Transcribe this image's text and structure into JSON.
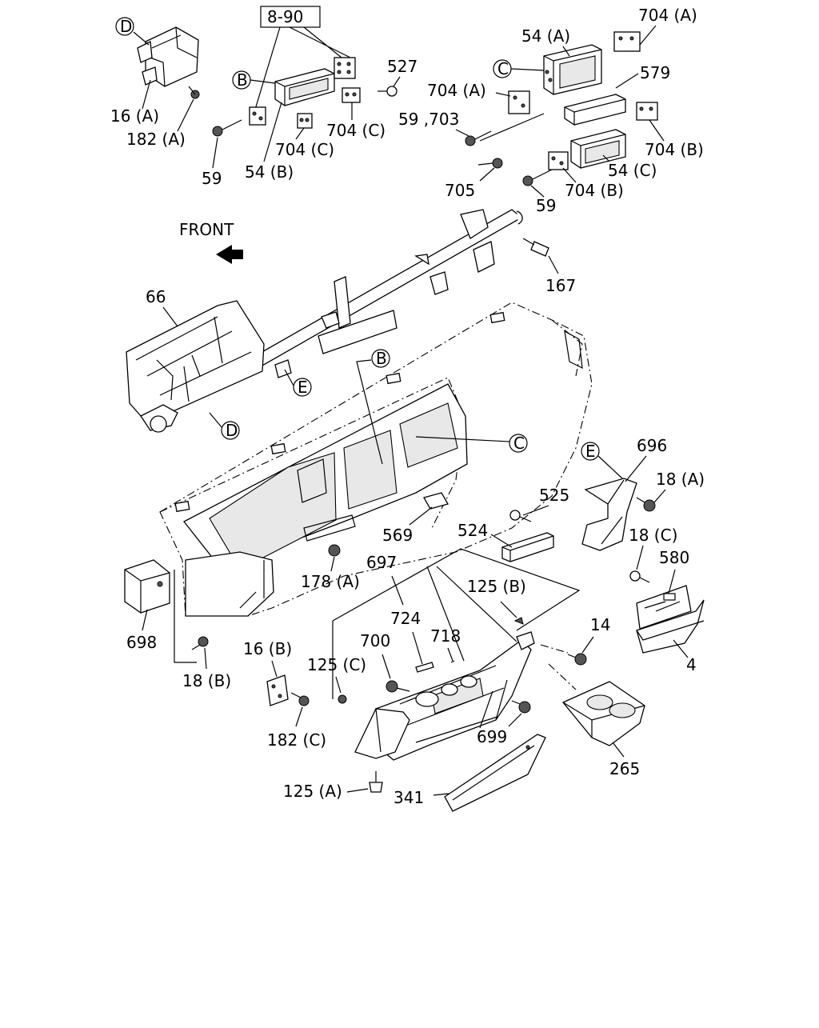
{
  "ref_box": "8-90",
  "front_label": "FRONT",
  "callouts": {
    "c_D_top": "D",
    "c_B_top": "B",
    "c_C_top": "C",
    "c_B_mid": "B",
    "c_C_mid": "C",
    "c_E_mid": "E",
    "c_D_mid": "D",
    "c_E_right": "E"
  },
  "labels": {
    "l_16A": "16 (A)",
    "l_182A": "182 (A)",
    "l_59_left": "59",
    "l_54B": "54 (B)",
    "l_704C_a": "704 (C)",
    "l_704C_b": "704 (C)",
    "l_527": "527",
    "l_54A": "54 (A)",
    "l_704A_top": "704 (A)",
    "l_704A_mid": "704 (A)",
    "l_579": "579",
    "l_59_703": "59 ,703",
    "l_704B_r": "704 (B)",
    "l_54C": "54 (C)",
    "l_705": "705",
    "l_704B_b": "704 (B)",
    "l_59_right": "59",
    "l_167": "167",
    "l_66": "66",
    "l_696": "696",
    "l_18A": "18 (A)",
    "l_525": "525",
    "l_524": "524",
    "l_18C": "18 (C)",
    "l_580": "580",
    "l_569": "569",
    "l_178A": "178 (A)",
    "l_697": "697",
    "l_125B": "125 (B)",
    "l_724": "724",
    "l_718": "718",
    "l_700": "700",
    "l_125C": "125 (C)",
    "l_14": "14",
    "l_4": "4",
    "l_698": "698",
    "l_18B": "18 (B)",
    "l_16B": "16 (B)",
    "l_182C": "182 (C)",
    "l_699": "699",
    "l_265": "265",
    "l_125A": "125 (A)",
    "l_341": "341"
  }
}
